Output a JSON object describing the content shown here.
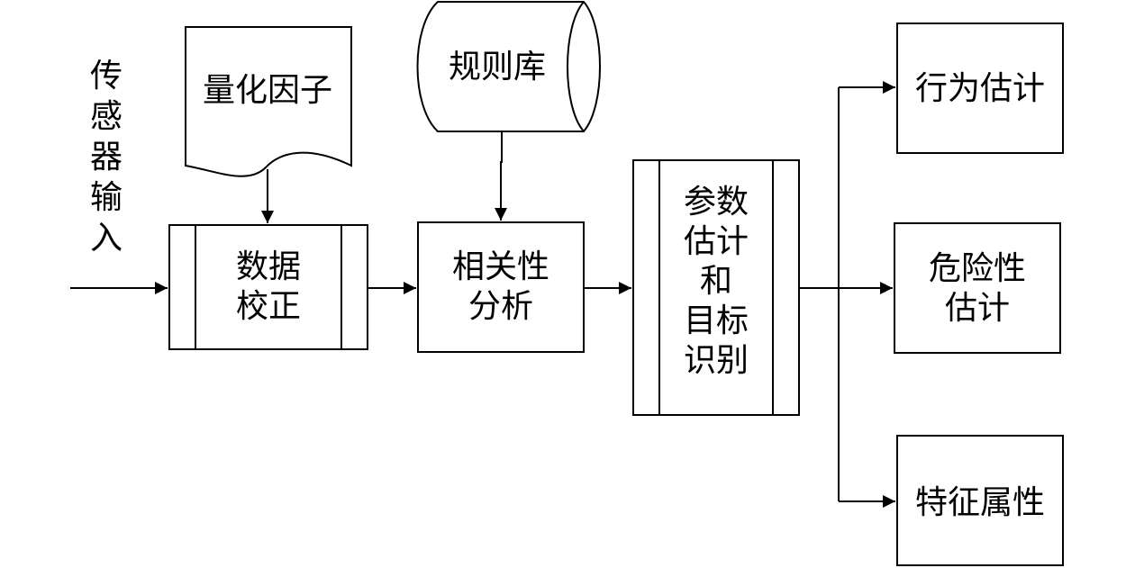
{
  "input": {
    "label": [
      "传",
      "感",
      "器",
      "输",
      "入"
    ]
  },
  "nodes": {
    "quant_factor": {
      "label": [
        "量化因子"
      ]
    },
    "rule_base": {
      "label": [
        "规则库"
      ]
    },
    "data_correction": {
      "label": [
        "数据",
        "校正"
      ]
    },
    "correlation_analysis": {
      "label": [
        "相关性",
        "分析"
      ]
    },
    "param_estimation": {
      "label": [
        "参数",
        "估计",
        "和",
        "目标",
        "识别"
      ]
    },
    "behavior_estimation": {
      "label": [
        "行为估计"
      ]
    },
    "risk_estimation": {
      "label": [
        "危险性",
        "估计"
      ]
    },
    "feature_attribute": {
      "label": [
        "特征属性"
      ]
    }
  }
}
